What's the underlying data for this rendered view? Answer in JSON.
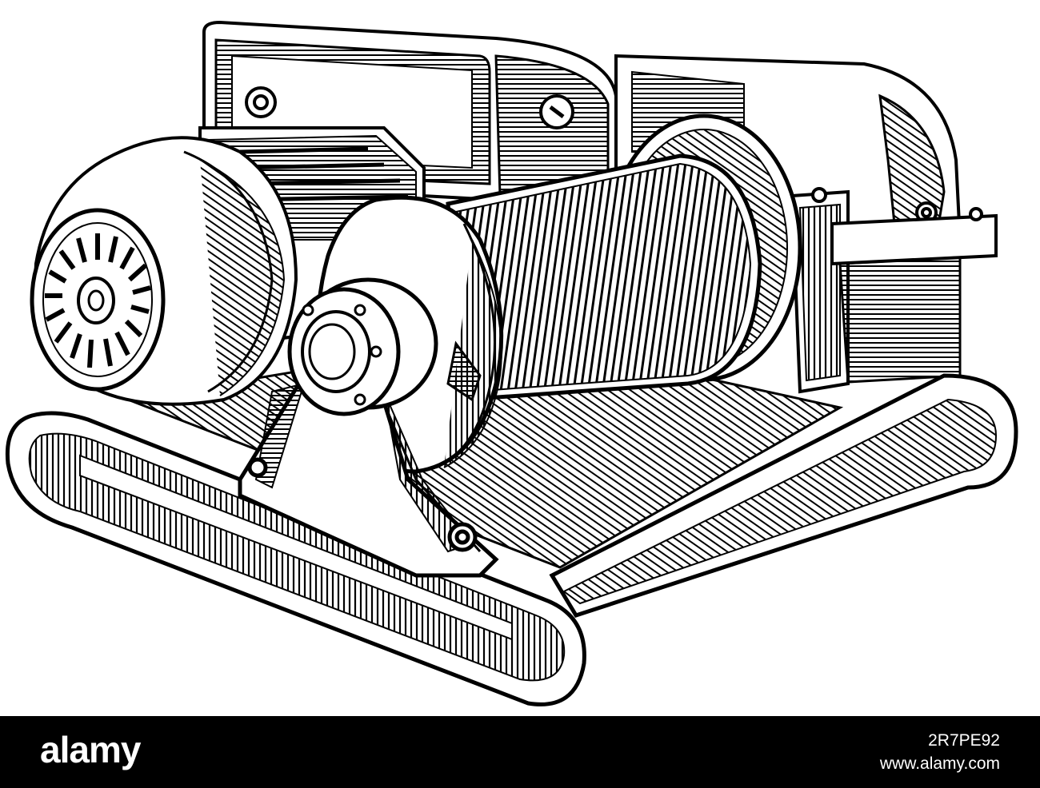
{
  "illustration": {
    "subject": "electric-winch-engraving",
    "ink_color": "#000000",
    "paper_color": "#ffffff"
  },
  "watermark": {
    "brand": "alamy",
    "image_id": "2R7PE92",
    "site": "www.alamy.com",
    "bar_color": "#000000",
    "text_color": "#ffffff"
  }
}
